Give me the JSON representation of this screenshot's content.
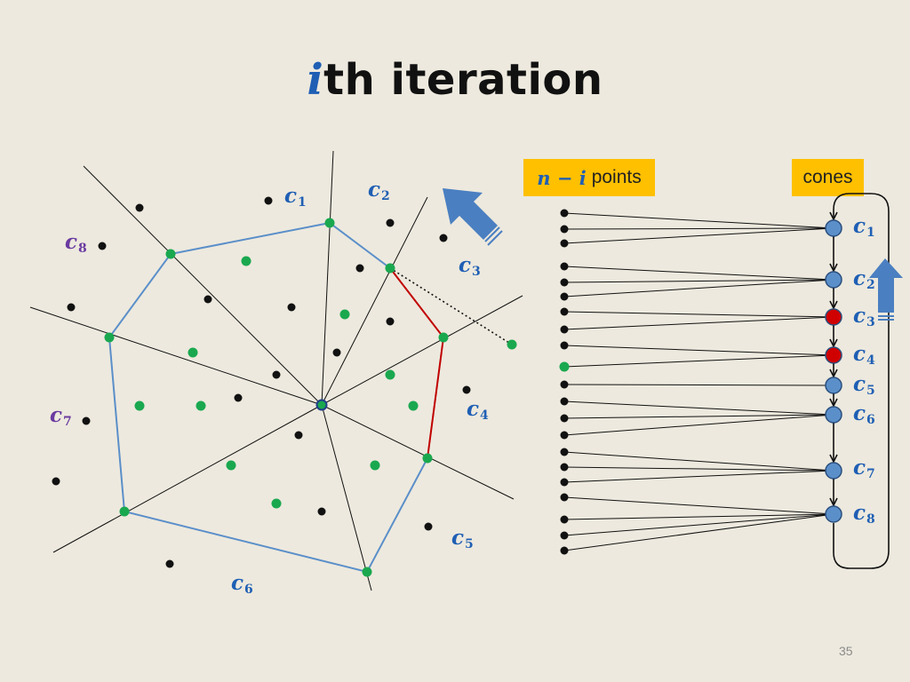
{
  "title": {
    "variable": "i",
    "text": "th iteration"
  },
  "boxes": {
    "points_math": "n − i",
    "points_text": "points",
    "cones": "cones"
  },
  "left_cone_labels": [
    {
      "base": "c",
      "sub": "1",
      "color": "blue"
    },
    {
      "base": "c",
      "sub": "2",
      "color": "blue"
    },
    {
      "base": "c",
      "sub": "3",
      "color": "blue"
    },
    {
      "base": "c",
      "sub": "4",
      "color": "blue"
    },
    {
      "base": "c",
      "sub": "5",
      "color": "blue"
    },
    {
      "base": "c",
      "sub": "6",
      "color": "blue"
    },
    {
      "base": "c",
      "sub": "7",
      "color": "purple"
    },
    {
      "base": "c",
      "sub": "8",
      "color": "purple"
    }
  ],
  "right_cone_labels": [
    {
      "base": "c",
      "sub": "1"
    },
    {
      "base": "c",
      "sub": "2"
    },
    {
      "base": "c",
      "sub": "3"
    },
    {
      "base": "c",
      "sub": "4"
    },
    {
      "base": "c",
      "sub": "5"
    },
    {
      "base": "c",
      "sub": "6"
    },
    {
      "base": "c",
      "sub": "7"
    },
    {
      "base": "c",
      "sub": "8"
    }
  ],
  "cone_nodes": [
    {
      "state": "normal"
    },
    {
      "state": "normal"
    },
    {
      "state": "active"
    },
    {
      "state": "active"
    },
    {
      "state": "normal"
    },
    {
      "state": "normal"
    },
    {
      "state": "normal"
    },
    {
      "state": "normal"
    }
  ],
  "colors": {
    "hull": "#5b8fc9",
    "active_edge": "#c00000",
    "green_point": "#1aa84f",
    "black_point": "#111111",
    "node_fill": "#5b8fc9",
    "node_active": "#d00000",
    "arrow": "#4a7fc1",
    "highlight_box": "#ffc000"
  },
  "page_number": "35"
}
